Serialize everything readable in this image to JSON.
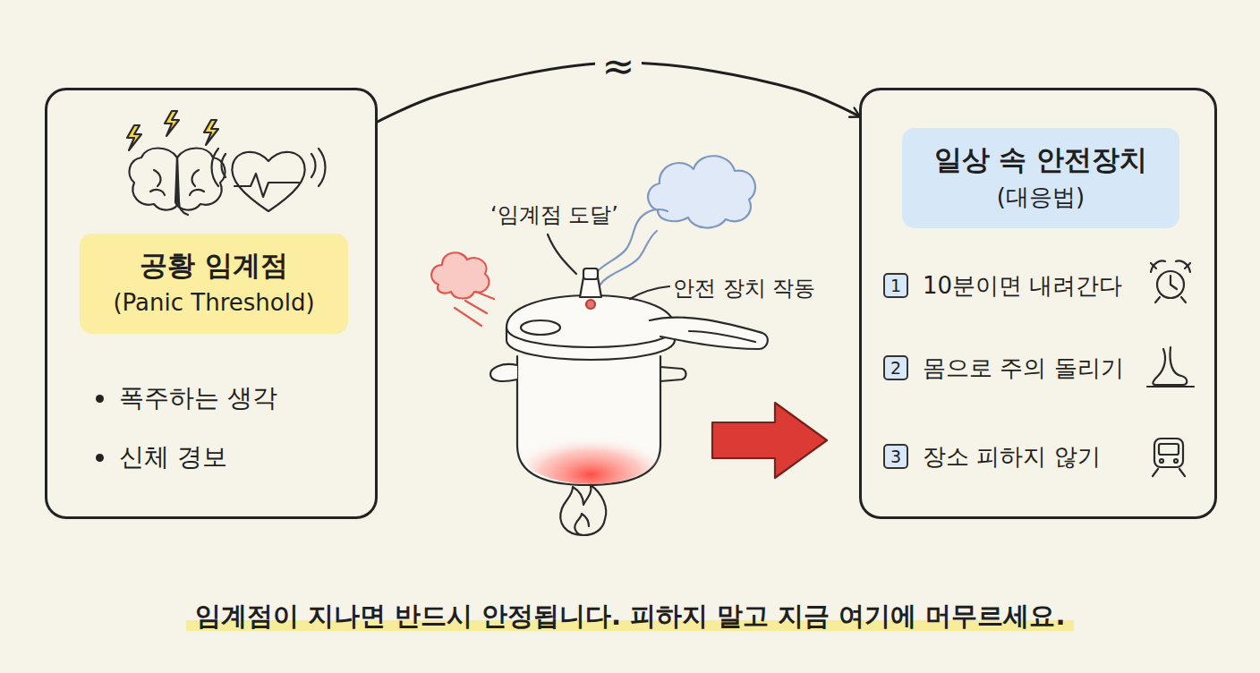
{
  "diagram": {
    "caption": "임계점이 지나면 반드시 안정됩니다. 피하지 말고 지금 여기에 머무르세요.",
    "nodes": [
      {
        "text": [
          "폭주하는 생각",
          "신체 경보"
        ]
      },
      {
        "text": [
          "공황 임계점",
          "(Panic Threshold)"
        ],
        "in": 0
      },
      {
        "text": [
          "10분이면 내려간다",
          "몸으로 주의 돌리기",
          "장소 피하지 않기"
        ]
      },
      {
        "text": [
          "일상 속 안전장치",
          "(대응법)"
        ],
        "in": 2
      },
      {
        "text": [
          "1"
        ],
        "in": 2
      },
      {
        "text": [
          "2"
        ],
        "in": 2
      },
      {
        "text": [
          "3"
        ],
        "in": 2
      }
    ],
    "edges": [
      {
        "from": 0,
        "to": 2,
        "label": "≈",
        "arrow": "to"
      }
    ],
    "labels": [
      "‘임계점 도달’",
      "안전 장치 작동"
    ]
  }
}
